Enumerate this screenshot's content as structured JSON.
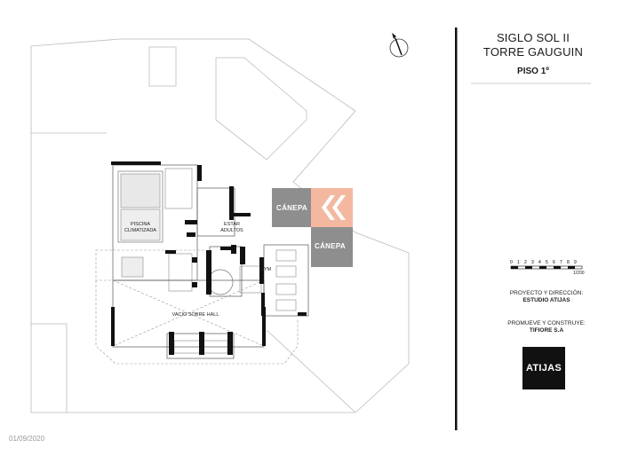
{
  "project": {
    "title_line1": "SIGLO SOL II",
    "title_line2": "TORRE GAUGUIN",
    "floor": "PISO 1º"
  },
  "scale": {
    "ticks": [
      "0",
      "1",
      "2",
      "3",
      "4",
      "5",
      "6",
      "7",
      "8",
      "9"
    ],
    "ratio": "1/200"
  },
  "credits": {
    "design_label": "PROYECTO Y DIRECCIÓN:",
    "design_name": "ESTUDIO ATIJAS",
    "builder_label": "PROMUEVE Y CONSTRUYE:",
    "builder_name": "TIFIORE S.A"
  },
  "logo": {
    "text": "ATIJAS"
  },
  "rooms": {
    "pool": "PISCINA\nCLIMATIZADA",
    "lounge": "ESTAR\nADULTOS",
    "gym": "GYM",
    "void": "VACIO SOBRE HALL"
  },
  "watermark": {
    "brand_a": "CÁNEPA",
    "brand_b": "CÁNEPA",
    "accent": "#f4b8a0",
    "gray": "#8e8e8e"
  },
  "date": "01/09/2020",
  "icons": {
    "compass": "north-arrow-icon",
    "brand": "canepa-chevron-icon"
  }
}
